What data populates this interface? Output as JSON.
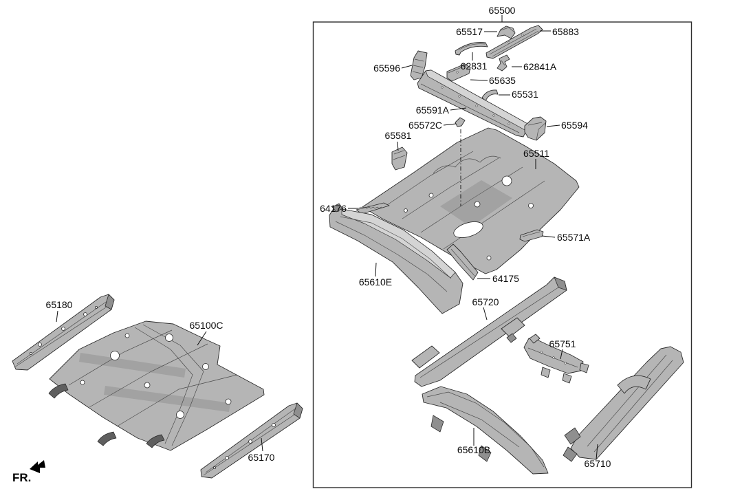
{
  "diagram": {
    "kind": "vehicle-floor-panel-parts-diagram",
    "background_color": "#ffffff",
    "line_color": "#1f1f1f",
    "part_fill_color": "#b5b5b5",
    "part_fill_light": "#d4d4d4",
    "part_fill_dark": "#8f8f8f",
    "assembly_box_label": "65500",
    "direction_indicator": "FR."
  },
  "labels": {
    "p65500": "65500",
    "p65517": "65517",
    "p65883": "65883",
    "p62831": "62831",
    "p62841A": "62841A",
    "p65596": "65596",
    "p65635": "65635",
    "p65531": "65531",
    "p65591A": "65591A",
    "p65572C": "65572C",
    "p65594": "65594",
    "p65581": "65581",
    "p65511": "65511",
    "p64176": "64176",
    "p65571A": "65571A",
    "p65610E": "65610E",
    "p64175": "64175",
    "p65720": "65720",
    "p65751": "65751",
    "p65610B": "65610B",
    "p65710": "65710",
    "p65180": "65180",
    "p65100C": "65100C",
    "p65170": "65170",
    "fr": "FR."
  }
}
